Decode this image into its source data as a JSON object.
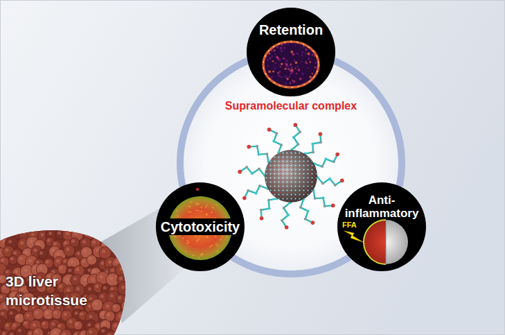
{
  "diagram": {
    "nodes": [
      {
        "text": [
          "Retention"
        ]
      },
      {
        "text": [
          "Supramolecular complex"
        ]
      },
      {
        "text": [
          "Cytotoxicity"
        ]
      },
      {
        "text": [
          "Anti- inflammatory"
        ]
      },
      {
        "text": [
          "3D liver microtissue"
        ]
      }
    ],
    "edges": [
      {
        "from": 0,
        "to": 3,
        "arrow": "none"
      },
      {
        "from": 3,
        "to": 2,
        "arrow": "none"
      },
      {
        "from": 2,
        "to": 0,
        "arrow": "none"
      }
    ],
    "labels": [
      "FFA"
    ]
  }
}
